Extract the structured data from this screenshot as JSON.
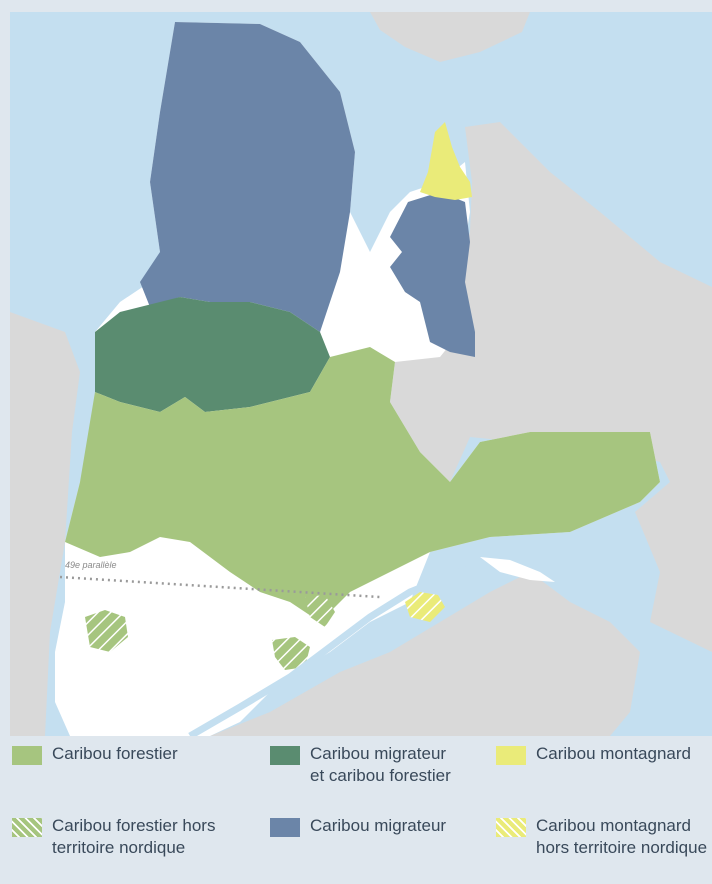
{
  "map": {
    "parallel_label": "49e parallèle"
  },
  "legend": {
    "items": [
      {
        "label": "Caribou forestier",
        "color": "#a6c57f",
        "hatched": false
      },
      {
        "label": "Caribou migrateur\net caribou forestier",
        "color": "#5a8c70",
        "hatched": false
      },
      {
        "label": "Caribou montagnard",
        "color": "#eaeb79",
        "hatched": false
      },
      {
        "label": "Caribou forestier hors\nterritoire nordique",
        "color": "#a6c57f",
        "hatched": true
      },
      {
        "label": "Caribou migrateur",
        "color": "#6b85a8",
        "hatched": false
      },
      {
        "label": "Caribou montagnard\nhors territoire nordique",
        "color": "#eaeb79",
        "hatched": true
      }
    ]
  },
  "colors": {
    "water": "#c4dff0",
    "land_other": "#d9d9d9",
    "quebec_base": "#ffffff",
    "text": "#39495a"
  }
}
